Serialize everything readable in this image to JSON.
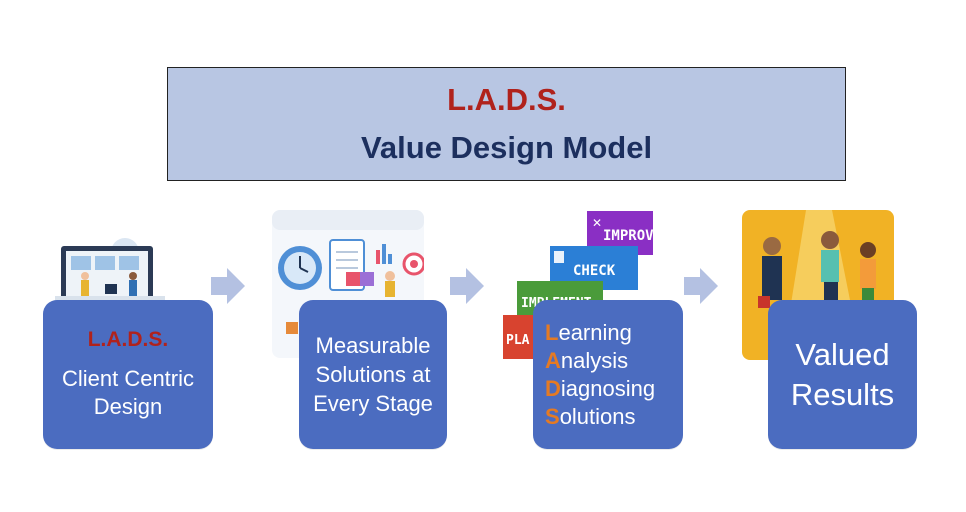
{
  "header": {
    "brand": "L.A.D.S.",
    "subtitle": "Value Design Model"
  },
  "cards": [
    {
      "brand": "L.A.D.S.",
      "lines": [
        "Client Centric",
        "Design"
      ]
    },
    {
      "lines": [
        "Measurable",
        "Solutions at",
        "Every Stage"
      ]
    },
    {
      "acronym": [
        {
          "initial": "L",
          "rest": "earning"
        },
        {
          "initial": "A",
          "rest": "nalysis"
        },
        {
          "initial": "D",
          "rest": "iagnosing"
        },
        {
          "initial": "S",
          "rest": "olutions"
        }
      ]
    },
    {
      "lines": [
        "Valued",
        "Results"
      ]
    }
  ],
  "pdca": {
    "improve": "IMPROV",
    "check": "CHECK",
    "implement": "IMPLEMENT",
    "plan": "PLA"
  },
  "colors": {
    "card_fill": "#4b6cc0",
    "title_fill": "#b8c6e3",
    "brand_red": "#b0221c",
    "title_navy": "#1c2f5e",
    "initial_orange": "#e57a23",
    "arrow": "#b4c1e2"
  }
}
